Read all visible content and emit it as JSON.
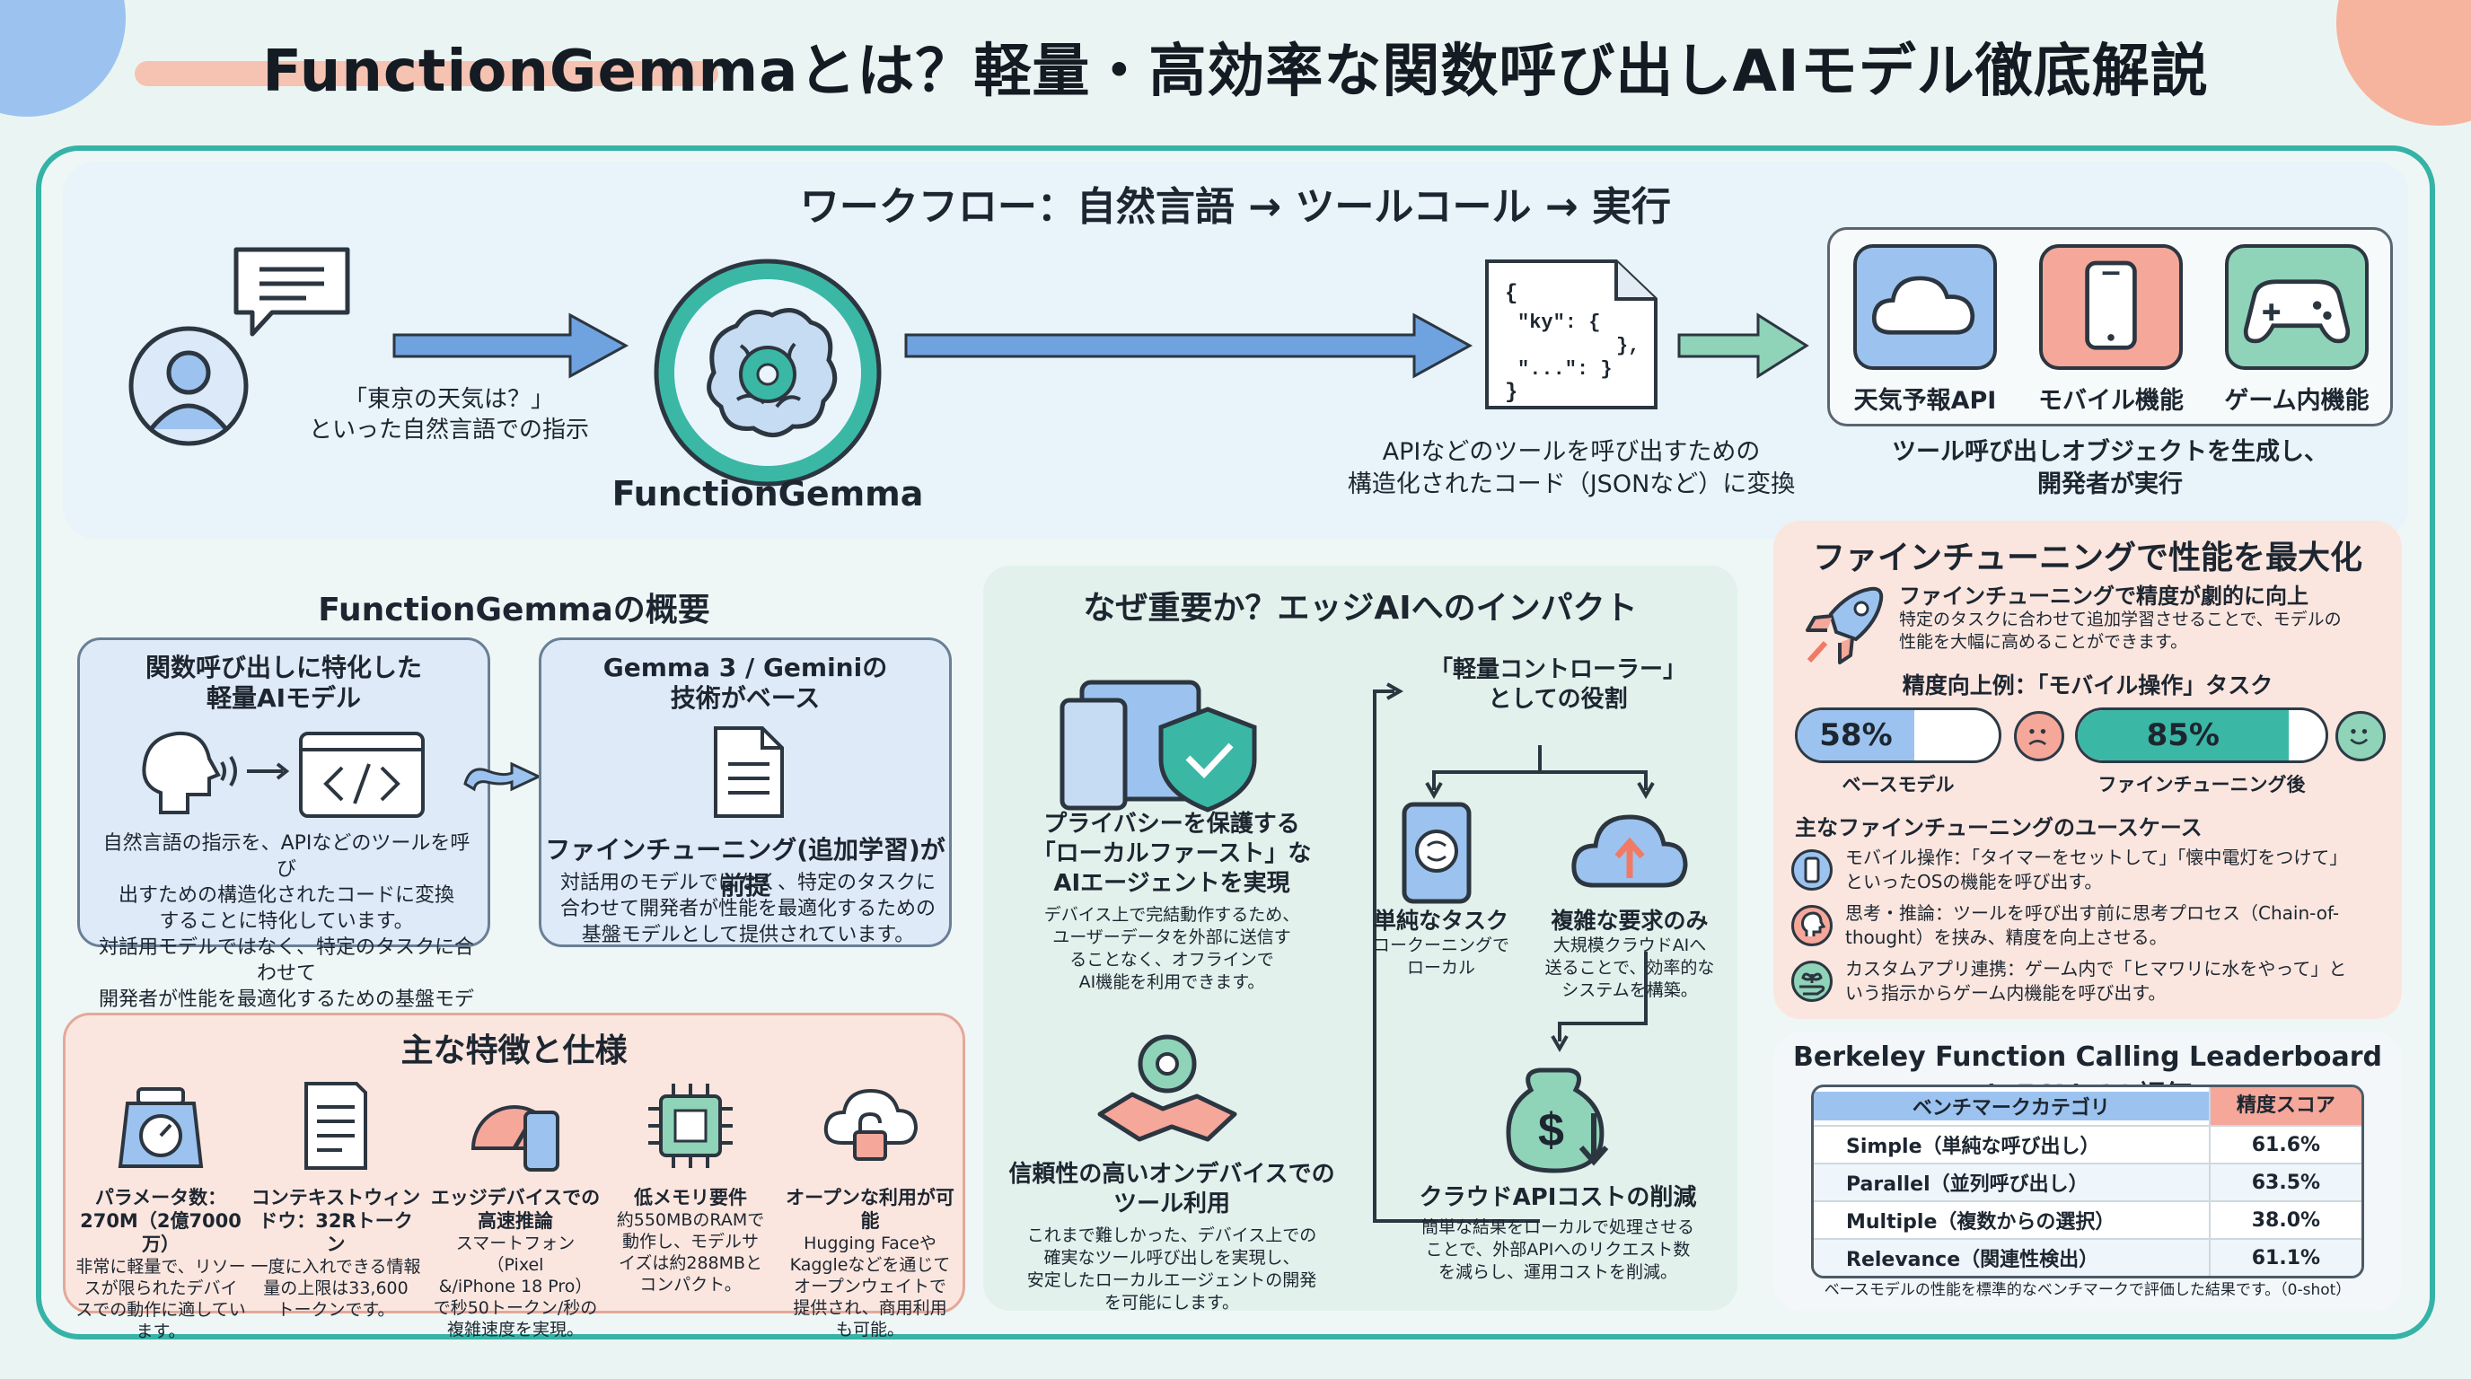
{
  "title": "FunctionGemmaとは？軽量・高効率な関数呼び出しAIモデル徹底解説",
  "workflow": {
    "title": "ワークフロー：自然言語 → ツールコール → 実行",
    "user_caption_1": "「東京の天気は？」",
    "user_caption_2": "といった自然言語での指示",
    "model_label": "FunctionGemma",
    "code_lines": [
      "{",
      "\"ky\": {",
      "},",
      "\"...\": }",
      "}"
    ],
    "code_caption_1": "APIなどのツールを呼び出すための",
    "code_caption_2": "構造化されたコード（JSONなど）に変換",
    "tools": [
      {
        "label": "天気予報API",
        "icon": "cloud-icon",
        "color": "#9cc3ef"
      },
      {
        "label": "モバイル機能",
        "icon": "smartphone-icon",
        "color": "#f5a79a"
      },
      {
        "label": "ゲーム内機能",
        "icon": "gamepad-icon",
        "color": "#8fd3b8"
      }
    ],
    "tools_caption_1": "ツール呼び出しオブジェクトを生成し、",
    "tools_caption_2": "開発者が実行"
  },
  "overview": {
    "title": "FunctionGemmaの概要",
    "left": {
      "heading_1": "関数呼び出しに特化した",
      "heading_2": "軽量AIモデル",
      "desc_1": "自然言語の指示を、APIなどのツールを呼び",
      "desc_2": "出すための構造化されたコードに変換",
      "desc_3": "することに特化しています。",
      "desc_4": "対話用モデルではなく、特定のタスクに合わせて",
      "desc_5": "開発者が性能を最適化するための基盤モデル。"
    },
    "right": {
      "heading_1": "Gemma 3 / Geminiの",
      "heading_2": "技術がベース",
      "sub": "ファインチューニング(追加学習)が前提",
      "desc_1": "対話用のモデルではなく、特定のタスクに",
      "desc_2": "合わせて開発者が性能を最適化するための",
      "desc_3": "基盤モデルとして提供されています。"
    }
  },
  "features": {
    "title": "主な特徴と仕様",
    "items": [
      {
        "icon": "scale-icon",
        "title": "パラメータ数：",
        "title2": "270M（2億7000万）",
        "desc": [
          "非常に軽量で、リソー",
          "スが限られたデバイ",
          "スでの動作に適してい",
          "ます。"
        ]
      },
      {
        "icon": "document-icon",
        "title": "コンテキストウィン",
        "title2": "ドウ：32Rトークン",
        "desc": [
          "一度に入れできる情報",
          "量の上限は33,600",
          "トークンです。"
        ]
      },
      {
        "icon": "gauge-phone-icon",
        "title": "エッジデバイスでの",
        "title2": "高速推論",
        "desc": [
          "スマートフォン（Pixel",
          "&/iPhone 18 Pro）",
          "で秒50トークン/秒の",
          "複雑速度を実現。"
        ]
      },
      {
        "icon": "chip-icon",
        "title": "低メモリ要件",
        "title2": "",
        "desc": [
          "約550MBのRAMで",
          "動作し、モデルサ",
          "イズは約288MBと",
          "コンパクト。"
        ]
      },
      {
        "icon": "cloud-lock-icon",
        "title": "オープンな利用が可能",
        "title2": "",
        "desc": [
          "Hugging Faceや",
          "Kaggleなどを通じて",
          "オープンウェイトで",
          "提供され、商用利用",
          "も可能。"
        ]
      }
    ]
  },
  "why": {
    "title": "なぜ重要か？エッジAIへのインパクト",
    "privacy": {
      "h1": "プライバシーを保護する",
      "h2": "「ローカルファースト」な",
      "h3": "AIエージェントを実現",
      "d": [
        "デバイス上で完結動作するため、",
        "ユーザーデータを外部に送信す",
        "ることなく、オフラインで",
        "AI機能を利用できます。"
      ]
    },
    "trust": {
      "h1": "信頼性の高いオンデバイスでの",
      "h2": "ツール利用",
      "d": [
        "これまで難しかった、デバイス上での",
        "確実なツール呼び出しを実現し、",
        "安定したローカルエージェントの開発",
        "を可能にします。"
      ]
    },
    "controller_1": "「軽量コントローラー」",
    "controller_2": "としての役割",
    "simple": {
      "h": "単純なタスク",
      "d": [
        "コークーニングで",
        "ローカル"
      ]
    },
    "complex": {
      "h": "複雑な要求のみ",
      "d": [
        "大規模クラウドAIへ",
        "送ることで、効率的な",
        "システムを構築。"
      ]
    },
    "cost": {
      "h": "クラウドAPIコストの削減",
      "d": [
        "簡単な結果をローカルで処理させる",
        "ことで、外部APIへのリクエスト数",
        "を減らし、運用コストを削減。"
      ]
    }
  },
  "finetune": {
    "title": "ファインチューニングで性能を最大化",
    "lead": "ファインチューニングで精度が劇的に向上",
    "lead_desc_1": "特定のタスクに合わせて追加学習させることで、モデルの",
    "lead_desc_2": "性能を大幅に高めることができます。",
    "example_title": "精度向上例：「モバイル操作」タスク",
    "base": {
      "value": 58,
      "label": "58%",
      "caption": "ベースモデル",
      "color": "#9cc3ef"
    },
    "tuned": {
      "value": 85,
      "label": "85%",
      "caption": "ファインチューニング後",
      "color": "#3bb7a6"
    },
    "usecase_title": "主なファインチューニングのユースケース",
    "usecases": [
      {
        "icon": "smartphone-icon",
        "line1": "モバイル操作：「タイマーをセットして」「懐中電灯をつけて」",
        "line2": "といったOSの機能を呼び出す。",
        "color": "#9cc3ef"
      },
      {
        "icon": "head-icon",
        "line1": "思考・推論：ツールを呼び出す前に思考プロセス（Chain-of-",
        "line2": "thought）を挟み、精度を向上させる。",
        "color": "#f5a79a"
      },
      {
        "icon": "plant-hand-icon",
        "line1": "カスタムアプリ連携：ゲーム内で「ヒマワリに水をやって」と",
        "line2": "いう指示からゲーム内機能を呼び出す。",
        "color": "#8fd3b8"
      }
    ]
  },
  "bfcl": {
    "title": "Berkeley Function Calling Leaderboard (BFCL)での評価",
    "head": [
      "ベンチマークカテゴリ",
      "精度スコア"
    ],
    "rows": [
      [
        "Simple（単純な呼び出し）",
        "61.6%"
      ],
      [
        "Parallel（並列呼び出し）",
        "63.5%"
      ],
      [
        "Multiple（複数からの選択）",
        "38.0%"
      ],
      [
        "Relevance（関連性検出）",
        "61.1%"
      ]
    ],
    "note": "ベースモデルの性能を標準的なベンチマークで評価した結果です。（0-shot）"
  }
}
